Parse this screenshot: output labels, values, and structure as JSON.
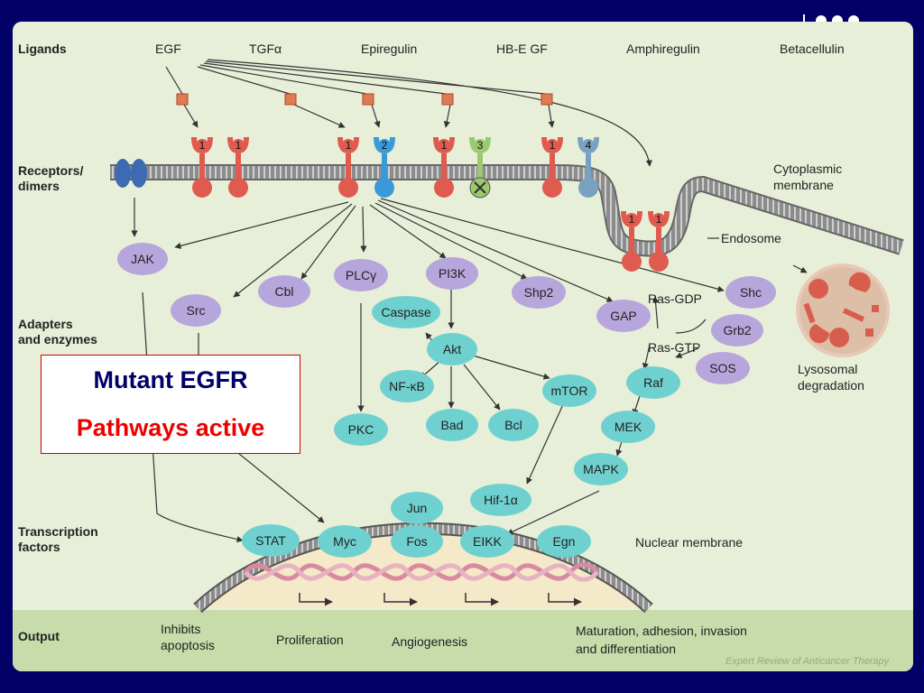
{
  "colors": {
    "background": "#000066",
    "panel": "#e8efd9",
    "band": "#c7dcaa",
    "receptor_red": "#e05b4f",
    "receptor_blue": "#3a9ad9",
    "receptor_green": "#9bc96f",
    "receptor_slate": "#7aa2c0",
    "adapter_purple": "#b7a6dc",
    "enzyme_teal": "#6fd1cf",
    "callout_title": "#000066",
    "callout_sub": "#ee0000"
  },
  "rows": {
    "ligands": "Ligands",
    "receptors": "Receptors/\ndimers",
    "adapters": "Adapters\nand enzymes",
    "transcription": "Transcription\nfactors",
    "output": "Output"
  },
  "ligands": [
    "EGF",
    "TGFα",
    "Epiregulin",
    "HB-E GF",
    "Amphiregulin",
    "Betacellulin"
  ],
  "receptor_numbers": [
    "1",
    "1",
    "1",
    "2",
    "1",
    "3",
    "1",
    "4",
    "1",
    "1"
  ],
  "labels": {
    "cytoplasmic_membrane": "Cytoplasmic\nmembrane",
    "endosome": "Endosome",
    "lysosomal": "Lysosomal\ndegradation",
    "nuclear_membrane": "Nuclear membrane",
    "ras_gdp": "Ras-GDP",
    "ras_gtp": "Ras-GTP"
  },
  "adapters": [
    "JAK",
    "Src",
    "Cbl",
    "PLCγ",
    "PI3K",
    "Shp2",
    "GAP",
    "Shc",
    "Grb2",
    "SOS"
  ],
  "enzymes": [
    "Caspase",
    "Akt",
    "NF-κB",
    "Bad",
    "Bcl",
    "mTOR",
    "PKC",
    "Raf",
    "MEK",
    "MAPK",
    "Hif-1α"
  ],
  "transcription_factors": [
    "STAT",
    "Myc",
    "Jun",
    "Fos",
    "EIKK",
    "Egn"
  ],
  "outputs": [
    "Inhibits\napoptosis",
    "Proliferation",
    "Angiogenesis",
    "Maturation, adhesion, invasion\nand differentiation"
  ],
  "credit": "Expert Review of Anticancer Therapy",
  "callout": {
    "title": "Mutant EGFR",
    "subtitle": "Pathways active"
  }
}
